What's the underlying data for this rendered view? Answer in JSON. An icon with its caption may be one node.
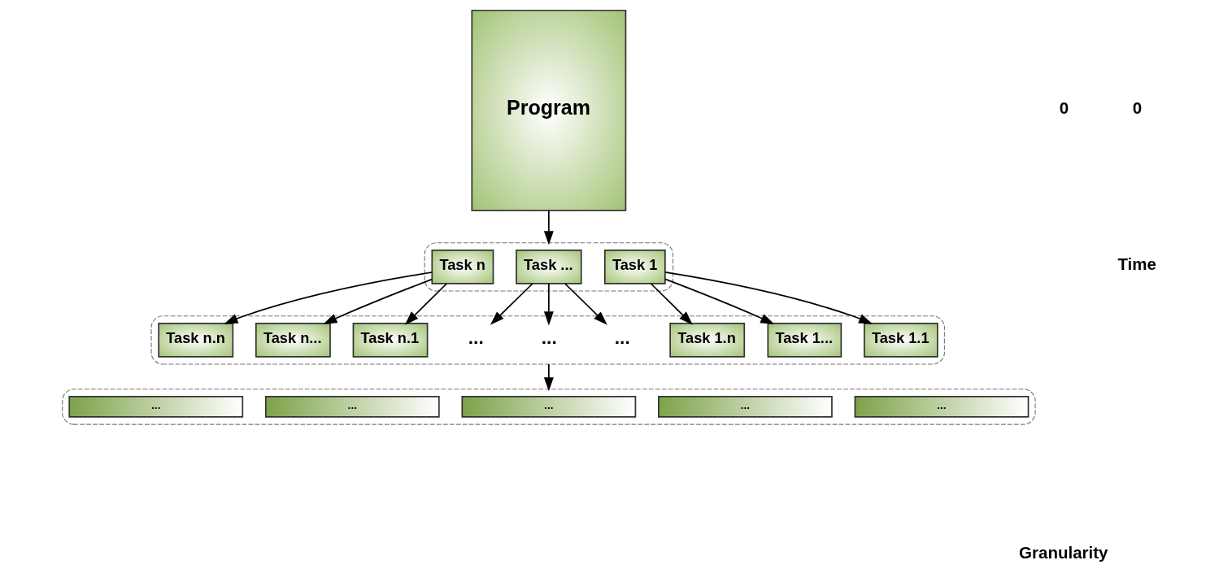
{
  "diagram": {
    "nodes": [
      {
        "text": [
          "Program"
        ]
      },
      {
        "text": [],
        "shape": "box"
      },
      {
        "text": [
          "Task 1"
        ],
        "in": 1
      },
      {
        "text": [
          "Task ..."
        ],
        "in": 1
      },
      {
        "text": [
          "Task n"
        ],
        "in": 1
      },
      {
        "text": [],
        "shape": "box"
      },
      {
        "text": [
          "Task 1.1"
        ],
        "in": 5
      },
      {
        "text": [
          "Task 1..."
        ],
        "in": 5
      },
      {
        "text": [
          "Task 1.n"
        ],
        "in": 5
      },
      {
        "text": [
          "..."
        ],
        "in": 5
      },
      {
        "text": [
          "..."
        ],
        "in": 5
      },
      {
        "text": [
          "..."
        ],
        "in": 5
      },
      {
        "text": [
          "Task n.1"
        ],
        "in": 5
      },
      {
        "text": [
          "Task n..."
        ],
        "in": 5
      },
      {
        "text": [
          "Task n.n"
        ],
        "in": 5
      },
      {
        "text": [],
        "shape": "box"
      },
      {
        "text": [
          "..."
        ],
        "in": 15
      },
      {
        "text": [
          "..."
        ],
        "in": 15
      },
      {
        "text": [
          "..."
        ],
        "in": 15
      },
      {
        "text": [
          "..."
        ],
        "in": 15
      },
      {
        "text": [
          "..."
        ],
        "in": 15
      }
    ],
    "edges": [
      {
        "from": 0,
        "to": 1,
        "arrow": "to"
      },
      {
        "from": 2,
        "to": 6,
        "arrow": "to"
      },
      {
        "from": 2,
        "to": 7,
        "arrow": "to"
      },
      {
        "from": 2,
        "to": 8,
        "arrow": "to"
      },
      {
        "from": 3,
        "to": 9,
        "arrow": "to"
      },
      {
        "from": 3,
        "to": 10,
        "arrow": "to"
      },
      {
        "from": 3,
        "to": 11,
        "arrow": "to"
      },
      {
        "from": 4,
        "to": 12,
        "arrow": "to"
      },
      {
        "from": 4,
        "to": 13,
        "arrow": "to"
      },
      {
        "from": 4,
        "to": 14,
        "arrow": "to"
      },
      {
        "from": 5,
        "to": 15,
        "arrow": "to"
      }
    ],
    "labels": [
      "0",
      "Granularity",
      "0",
      "Time"
    ]
  }
}
